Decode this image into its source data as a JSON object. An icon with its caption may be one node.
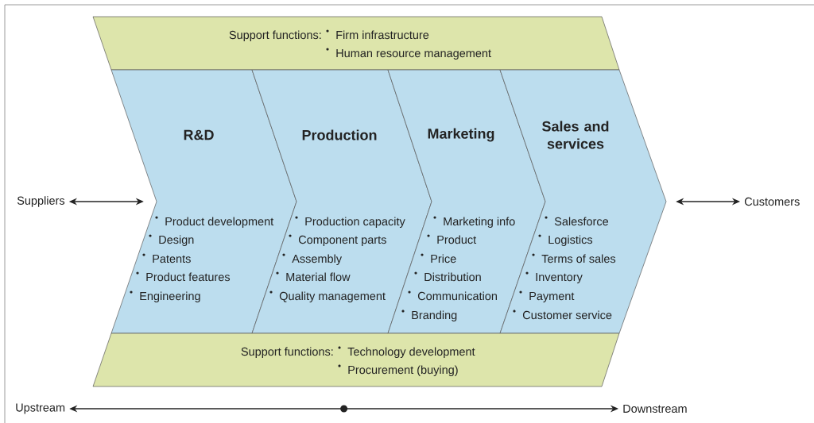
{
  "diagram": {
    "nodes": [
      {
        "text": [
          "Support functions:",
          "Firm infrastructure",
          "Human resource management"
        ]
      },
      {
        "text": [
          "R&D",
          "Product development",
          "Design",
          "Patents",
          "Product features",
          "Engineering"
        ]
      },
      {
        "text": [
          "Production",
          "Production capacity",
          "Component parts",
          "Assembly",
          "Material flow",
          "Quality management"
        ]
      },
      {
        "text": [
          "Marketing",
          "Marketing info",
          "Product",
          "Price",
          "Distribution",
          "Communication",
          "Branding"
        ]
      },
      {
        "text": [
          "Sales and services",
          "Salesforce",
          "Logistics",
          "Terms of sales",
          "Inventory",
          "Payment",
          "Customer service"
        ]
      },
      {
        "text": [
          "Support functions:",
          "Technology development",
          "Procurement (buying)"
        ]
      },
      {
        "text": [
          "Suppliers"
        ]
      },
      {
        "text": [
          "Customers"
        ]
      },
      {
        "text": [
          "Upstream"
        ]
      },
      {
        "text": [
          "Downstream"
        ]
      }
    ],
    "edges": [
      {
        "from": 6,
        "to": 1,
        "arrow": "both"
      },
      {
        "from": 4,
        "to": 7,
        "arrow": "both"
      },
      {
        "from": 8,
        "to": 9,
        "arrow": "both"
      }
    ]
  }
}
